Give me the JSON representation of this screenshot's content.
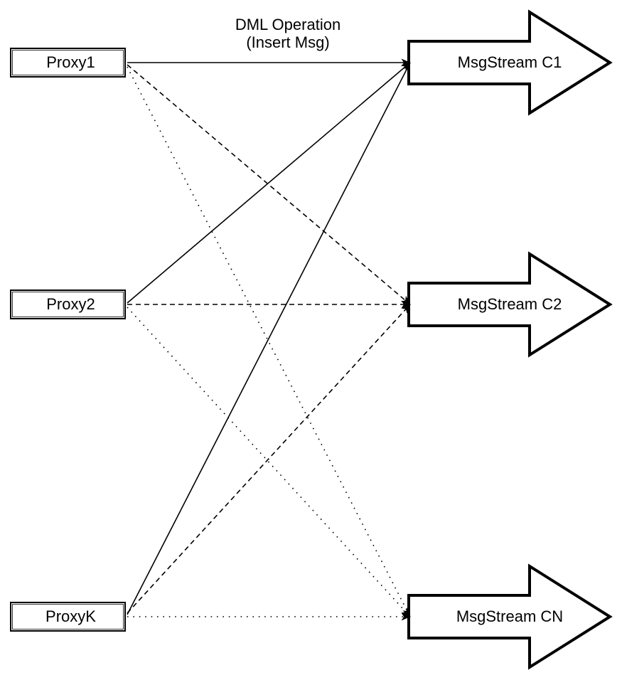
{
  "diagram": {
    "title": {
      "line1": "DML Operation",
      "line2": "(Insert Msg)"
    },
    "proxies": [
      {
        "id": "proxy1",
        "label": "Proxy1"
      },
      {
        "id": "proxy2",
        "label": "Proxy2"
      },
      {
        "id": "proxyK",
        "label": "ProxyK"
      }
    ],
    "streams": [
      {
        "id": "c1",
        "label": "MsgStream C1"
      },
      {
        "id": "c2",
        "label": "MsgStream C2"
      },
      {
        "id": "cn",
        "label": "MsgStream CN"
      }
    ],
    "edges": [
      {
        "from": "Proxy1",
        "to": "MsgStream C1",
        "style": "solid"
      },
      {
        "from": "Proxy2",
        "to": "MsgStream C1",
        "style": "solid"
      },
      {
        "from": "ProxyK",
        "to": "MsgStream C1",
        "style": "solid"
      },
      {
        "from": "Proxy1",
        "to": "MsgStream C2",
        "style": "dashed"
      },
      {
        "from": "Proxy2",
        "to": "MsgStream C2",
        "style": "dashed"
      },
      {
        "from": "ProxyK",
        "to": "MsgStream C2",
        "style": "dashed"
      },
      {
        "from": "Proxy1",
        "to": "MsgStream CN",
        "style": "dotted"
      },
      {
        "from": "Proxy2",
        "to": "MsgStream CN",
        "style": "dotted"
      },
      {
        "from": "ProxyK",
        "to": "MsgStream CN",
        "style": "dotted"
      }
    ],
    "colors": {
      "background": "#ffffff",
      "stroke": "#000000",
      "node_fill": "#ffffff"
    }
  }
}
